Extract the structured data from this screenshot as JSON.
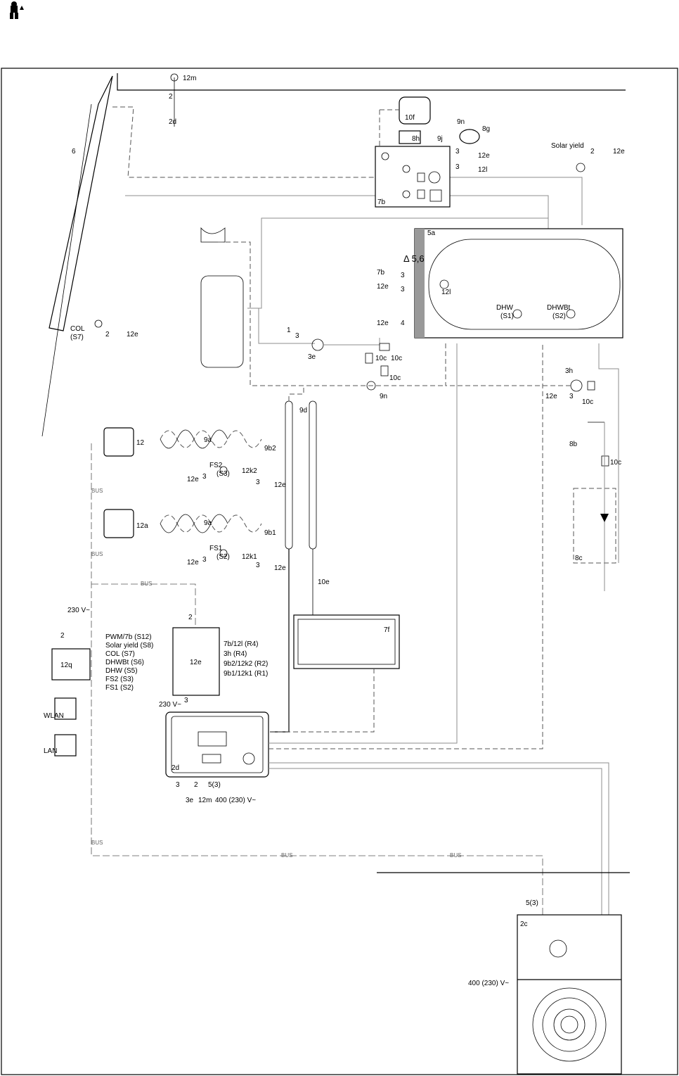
{
  "header": {
    "icon": "installer-person-icon"
  },
  "components": {
    "collector": "6",
    "col_sensor": "COL",
    "col_sensor_id": "(S7)",
    "outdoor_sensor": "12m",
    "solar_station": "7b",
    "exp_vessel": "10f",
    "fill_h": "8h",
    "expansion": "8g",
    "valve_9j": "9j",
    "valve_9n": "9n",
    "tank": "5a",
    "tank_label": "Δ 5,6",
    "dhw_sensor": "DHW",
    "dhw_sensor_id": "(S1)",
    "dhwbt_sensor": "DHWBt",
    "dhwbt_sensor_id": "(S2)",
    "sensor_12l": "12l",
    "solar_yield": "Solar yield",
    "circ_pump": "3e",
    "pump_3h": "3h",
    "valve_8b": "8b",
    "group_8c": "8c",
    "check_10c": "10c",
    "valve_9a": "9a",
    "valve_9b1": "9b1",
    "valve_9b2": "9b2",
    "sep_9d": "9d",
    "valve_10e": "10e",
    "fs1": "FS1",
    "fs1_id": "(S2)",
    "fs2": "FS2",
    "fs2_id": "(S3)",
    "k1": "12k1",
    "k2": "12k2",
    "room_12": "12",
    "room_12a": "12a",
    "backup_7f": "7f",
    "module_12e": "12e",
    "gateway_12q": "12q",
    "lan": "LAN",
    "wlan": "WLAN",
    "indoor_2d": "2d",
    "outdoor_2c": "2c",
    "wire_12e": "12e",
    "wire_12l": "12l",
    "wire_7b": "7b",
    "wire_2d": "2d"
  },
  "wiring": {
    "n2": "2",
    "n3": "3",
    "n4": "4",
    "n1": "1",
    "n53": "5(3)",
    "v230": "230 V~",
    "v400": "400 (230) V~",
    "bus": "BUS"
  },
  "module_inputs": [
    "FS1 (S2)",
    "FS2 (S3)",
    "DHW (S5)",
    "DHWBt (S6)",
    "COL (S7)",
    "Solar yield (S8)",
    "PWM/7b (S12)"
  ],
  "module_outputs": [
    "9b1/12k1 (R1)",
    "9b2/12k2 (R2)",
    "3h (R4)",
    "7b/12l (R4)"
  ],
  "colors": {
    "line": "#000000",
    "secondary": "#8c8c8c",
    "dashed": "#555555"
  }
}
